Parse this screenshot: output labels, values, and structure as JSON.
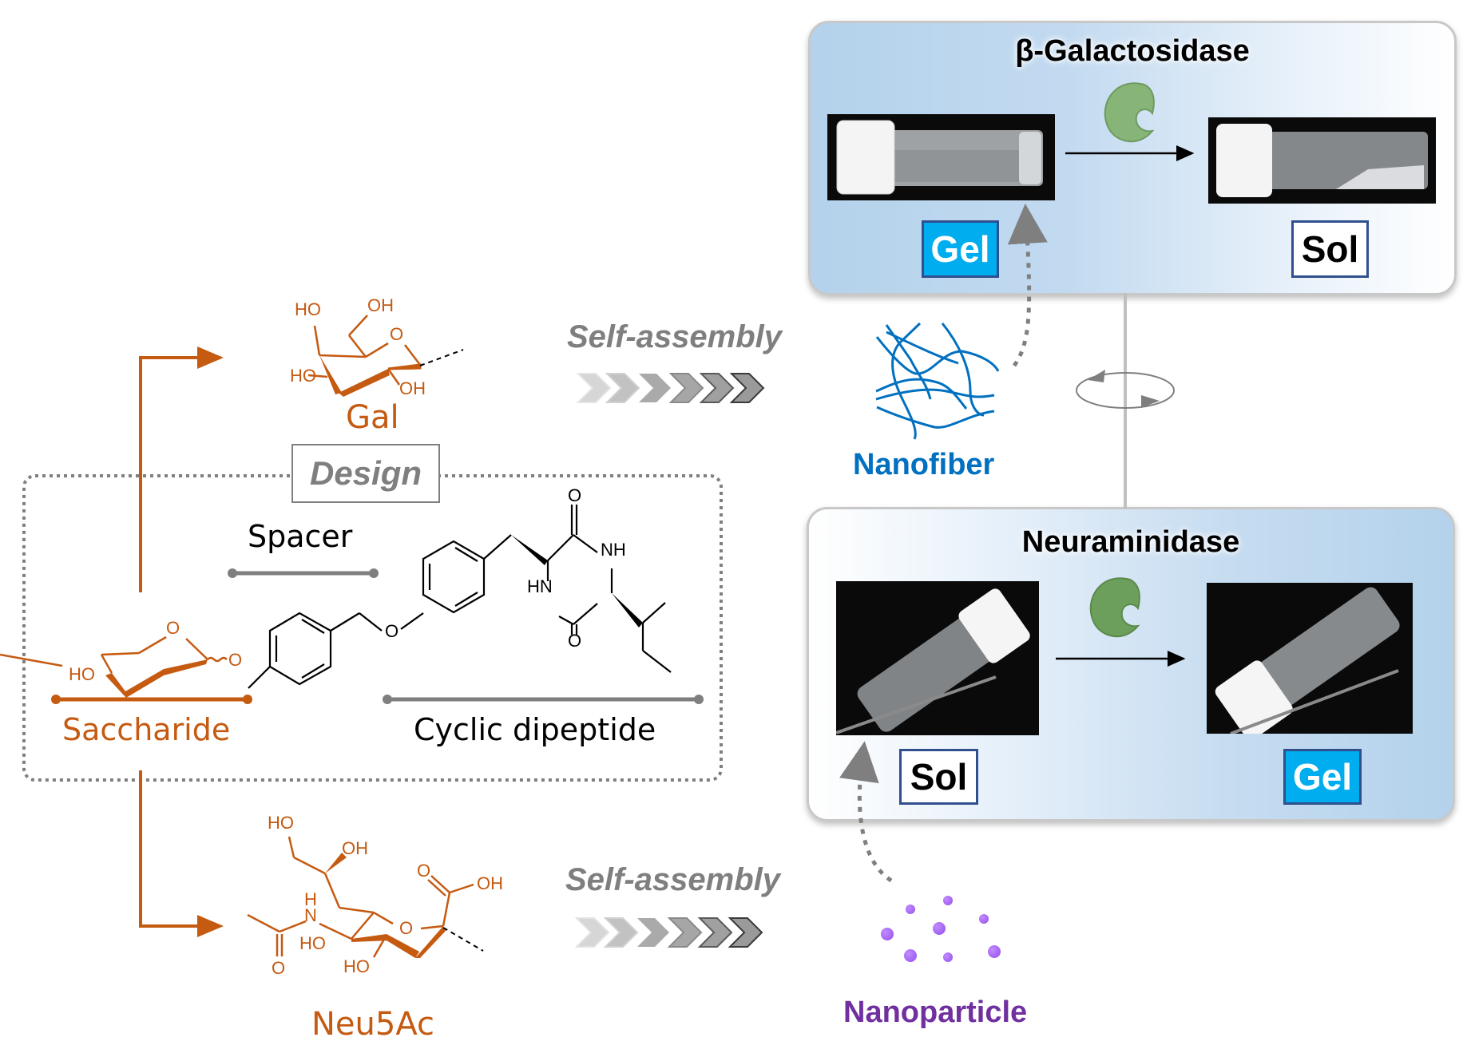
{
  "colors": {
    "saccharide": "#c55a11",
    "nanofiber": "#0070c0",
    "nanoparticle": "#7030a0",
    "gel_badge": "#00adef",
    "self_assembly": "#7f7f7f",
    "enzyme": "#7aab6a"
  },
  "design": {
    "label": "Design",
    "spacer_label": "Spacer",
    "saccharide_label": "Saccharide",
    "cyclic_dipeptide_label": "Cyclic dipeptide",
    "molecule_atoms": {
      "ring_o": "O",
      "ho": "HO",
      "glycosidic_o": "O",
      "ether_o": "O",
      "carbonyl_top": "O",
      "nh": "NH",
      "hn": "HN",
      "carbonyl_bottom": "O"
    }
  },
  "gal": {
    "name": "Gal",
    "atoms": {
      "ho_top": "HO",
      "oh_top": "OH",
      "ring_o": "O",
      "ho_left": "HO",
      "oh_bottom": "OH"
    }
  },
  "neu5ac": {
    "name": "Neu5Ac",
    "atoms": {
      "ho_top": "HO",
      "oh_mid": "OH",
      "carbonyl_o": "O",
      "acid_oh": "OH",
      "h": "H",
      "n": "N",
      "ho_ring": "HO",
      "ring_o": "O",
      "ho_bottom": "HO",
      "amide_o": "O"
    }
  },
  "self_assembly_top": "Self-assembly",
  "self_assembly_bottom": "Self-assembly",
  "nanofiber_label": "Nanofiber",
  "nanoparticle_label": "Nanoparticle",
  "panels": {
    "top": {
      "title": "β-Galactosidase",
      "left_state": "Gel",
      "right_state": "Sol"
    },
    "bottom": {
      "title": "Neuraminidase",
      "left_state": "Sol",
      "right_state": "Gel"
    }
  }
}
